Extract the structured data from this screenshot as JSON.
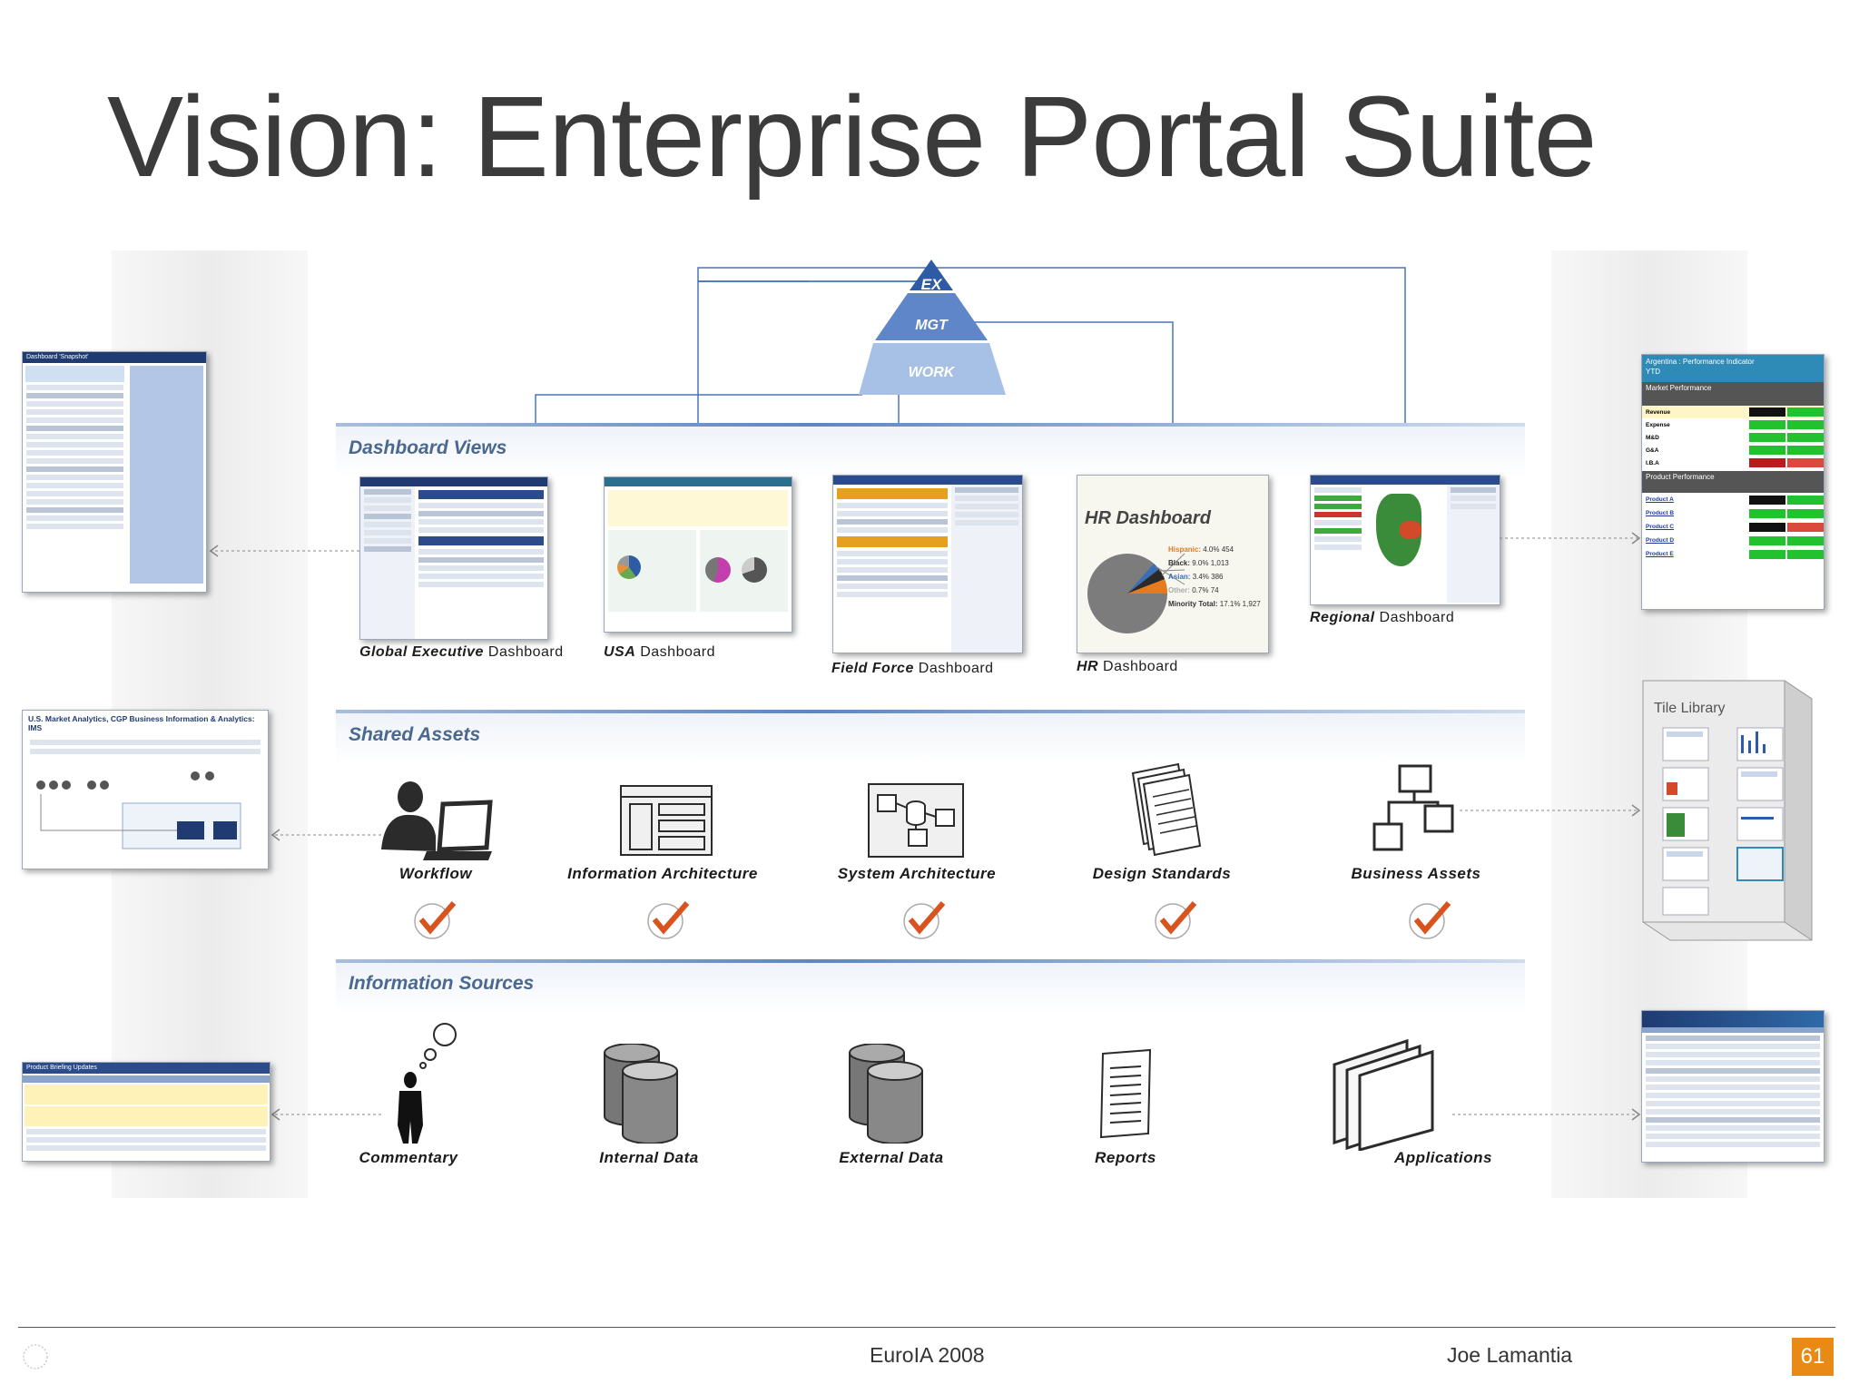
{
  "slide": {
    "title": "Vision: Enterprise Portal Suite",
    "footer_center": "EuroIA 2008",
    "footer_author": "Joe Lamantia",
    "page_number": "61"
  },
  "pyramid": {
    "levels": [
      "EX",
      "MGT",
      "WORK"
    ]
  },
  "sections": {
    "dashboard_views": "Dashboard Views",
    "shared_assets": "Shared Assets",
    "information_sources": "Information Sources"
  },
  "dashboards": [
    {
      "bold": "Global Executive",
      "rest": " Dashboard"
    },
    {
      "bold": "USA",
      "rest": " Dashboard"
    },
    {
      "bold": "Field Force",
      "rest": " Dashboard"
    },
    {
      "bold": "HR",
      "rest": " Dashboard"
    },
    {
      "bold": "Regional",
      "rest": " Dashboard"
    }
  ],
  "hr_thumbnail": {
    "title": "HR Dashboard",
    "legend": [
      {
        "label": "Hispanic:",
        "pct": "4.0%",
        "n": "454"
      },
      {
        "label": "Black:",
        "pct": "9.0%",
        "n": "1,013"
      },
      {
        "label": "Asian:",
        "pct": "3.4%",
        "n": "386"
      },
      {
        "label": "Other:",
        "pct": "0.7%",
        "n": "74"
      },
      {
        "label": "Minority Total:",
        "pct": "17.1%",
        "n": "1,927"
      }
    ],
    "colors": [
      "#e87a1e",
      "#2a2a2a",
      "#3a6fb5",
      "#b8b8b8"
    ]
  },
  "shared_assets": [
    "Workflow",
    "Information Architecture",
    "System Architecture",
    "Design Standards",
    "Business Assets"
  ],
  "info_sources": [
    "Commentary",
    "Internal Data",
    "External Data",
    "Reports",
    "Applications"
  ],
  "tile_library": {
    "title": "Tile Library"
  },
  "left_thumbs": {
    "doc_title": "Dashboard 'Snapshot'",
    "analytics_title": "U.S. Market Analytics, CGP Business Information & Analytics: IMS",
    "product_title": "Product Briefing Updates"
  },
  "right_thumbs": {
    "perf_title": "Argentina : Performance Indicator",
    "perf_sub": "YTD",
    "market_header": "Market Performance",
    "product_header": "Product Performance",
    "market_rows": [
      "Revenue",
      "Expense",
      "M&D",
      "G&A",
      "I.B.A"
    ],
    "product_rows": [
      "Product A",
      "Product B",
      "Product C",
      "Product D",
      "Product E"
    ]
  },
  "colors": {
    "accent_blue": "#4a6890",
    "pyramid_top": "#2f5ba6",
    "pyramid_mid": "#5f86c8",
    "pyramid_bottom": "#a7c0e6",
    "check": "#d9531e",
    "page_badge": "#e98a16"
  }
}
